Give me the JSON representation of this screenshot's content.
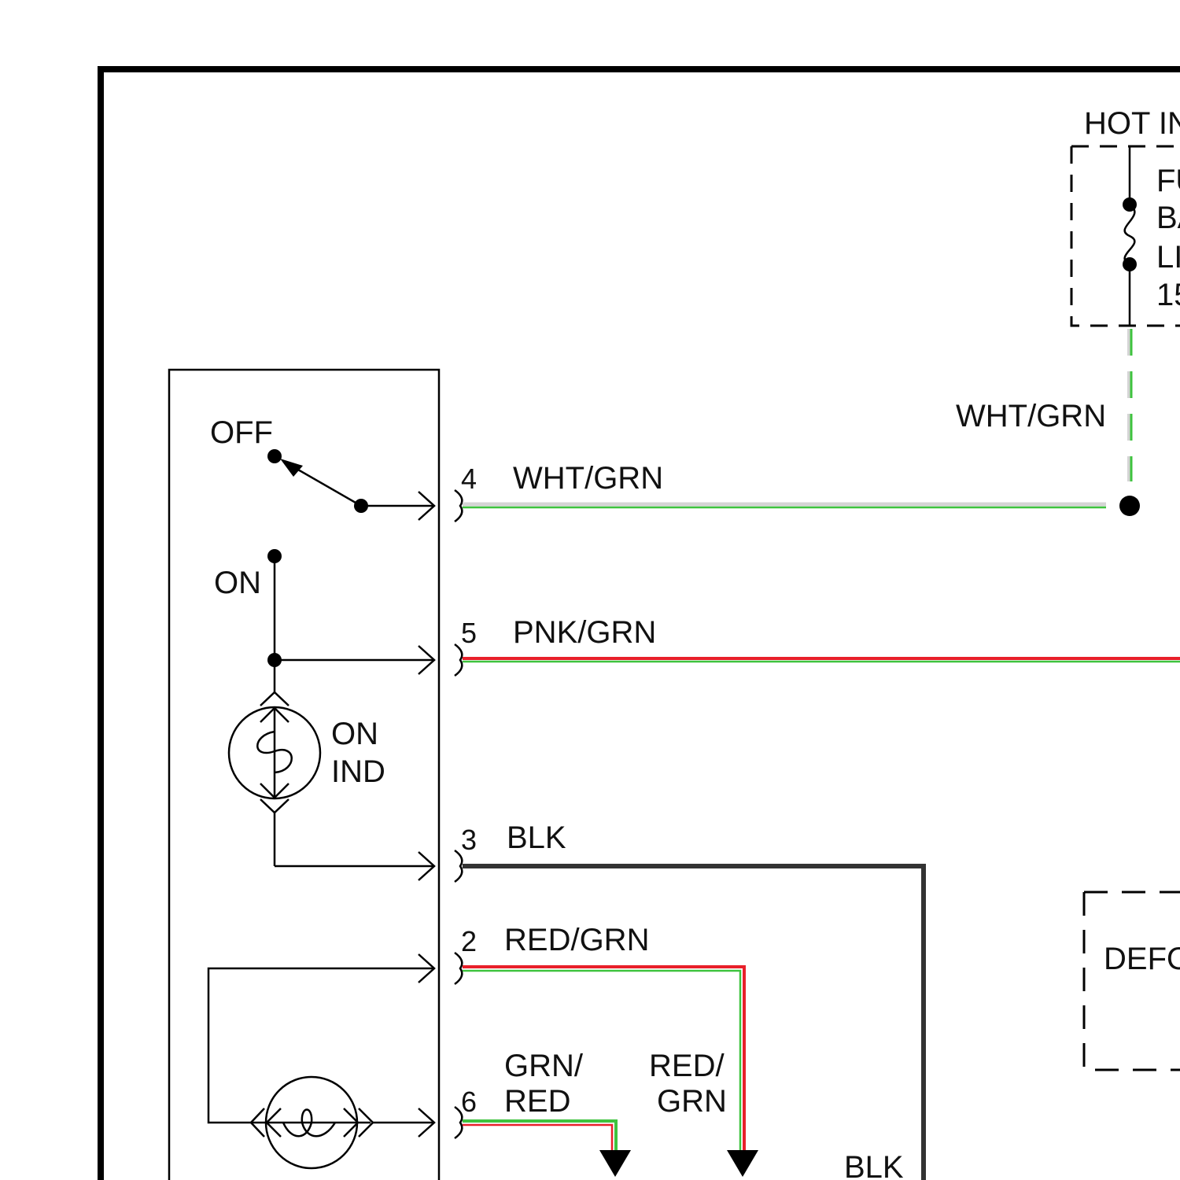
{
  "labels": {
    "hot_in": "HOT IN",
    "fuse_l1": "FU",
    "fuse_l2": "BA",
    "fuse_l3": "LI",
    "fuse_l4": "15",
    "off": "OFF",
    "on": "ON",
    "on_ind_l1": "ON",
    "on_ind_l2": "IND",
    "defog": "DEFO",
    "feed_wire": "WHT/GRN",
    "blk_bottom": "BLK"
  },
  "pins": [
    {
      "num": "4",
      "color_label": "WHT/GRN"
    },
    {
      "num": "5",
      "color_label": "PNK/GRN"
    },
    {
      "num": "3",
      "color_label": "BLK"
    },
    {
      "num": "2",
      "color_label": "RED/GRN"
    },
    {
      "num": "6",
      "color_label": ""
    }
  ],
  "branch_labels": {
    "grn_red_l1": "GRN/",
    "grn_red_l2": "RED",
    "red_grn_l1": "RED/",
    "red_grn_l2": "GRN"
  },
  "colors": {
    "green": "#3ec33e",
    "red": "#e8202a",
    "white_wire": "#d4d4d4",
    "black_wire": "#333333"
  }
}
